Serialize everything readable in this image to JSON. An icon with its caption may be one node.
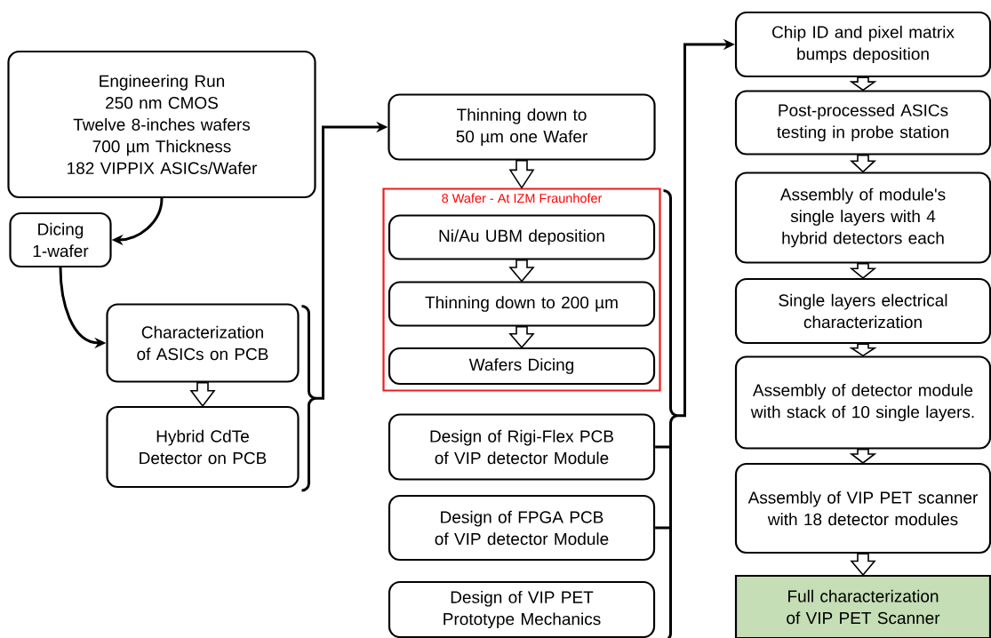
{
  "diagram": {
    "nodes": [
      {
        "text": [
          "Engineering Run",
          "250 nm CMOS",
          "Twelve 8-inches wafers",
          "700 µm Thickness",
          "182 VIPPIX ASICs/Wafer"
        ]
      },
      {
        "text": [
          "Dicing 1-wafer"
        ]
      },
      {
        "text": [
          "Characterization of ASICs on PCB"
        ]
      },
      {
        "text": [
          "Hybrid CdTe Detector on PCB"
        ]
      },
      {
        "text": [
          "Thinning down to 50 µm one Wafer"
        ]
      },
      {
        "text": [
          "8 Wafer - At IZM Fraunhofer"
        ]
      },
      {
        "text": [
          "Ni/Au UBM deposition"
        ],
        "in": 5
      },
      {
        "text": [
          "Thinning down to 200 µm"
        ],
        "in": 5
      },
      {
        "text": [
          "Wafers Dicing"
        ],
        "in": 5
      },
      {
        "text": [
          "Design of Rigi-Flex PCB of VIP detector Module"
        ]
      },
      {
        "text": [
          "Design of FPGA PCB of VIP detector Module"
        ]
      },
      {
        "text": [
          "Design of VIP PET Prototype Mechanics"
        ]
      },
      {
        "text": [
          "Chip ID and pixel matrix bumps deposition"
        ]
      },
      {
        "text": [
          "Post-processed ASICs testing in probe station"
        ]
      },
      {
        "text": [
          "Assembly of module's single layers with 4 hybrid detectors each"
        ]
      },
      {
        "text": [
          "Single layers electrical characterization"
        ]
      },
      {
        "text": [
          "Assembly of detector module with stack of 10 single layers."
        ]
      },
      {
        "text": [
          "Assembly of VIP PET scanner with 18 detector modules"
        ]
      },
      {
        "text": [
          "Full characterization of VIP PET Scanner"
        ]
      }
    ],
    "edges": [
      {
        "from": 0,
        "to": 1,
        "arrow": "to"
      },
      {
        "from": 1,
        "to": 2,
        "arrow": "to"
      },
      {
        "from": 2,
        "to": 3,
        "arrow": "to"
      },
      {
        "from": 2,
        "to": 4,
        "arrow": "to"
      },
      {
        "from": 3,
        "to": 4,
        "arrow": "to"
      },
      {
        "from": 4,
        "to": 5,
        "arrow": "to"
      },
      {
        "from": 6,
        "to": 7,
        "arrow": "to"
      },
      {
        "from": 7,
        "to": 8,
        "arrow": "to"
      },
      {
        "from": 5,
        "to": 12,
        "arrow": "to"
      },
      {
        "from": 9,
        "to": 12,
        "arrow": "to"
      },
      {
        "from": 10,
        "to": 12,
        "arrow": "to"
      },
      {
        "from": 11,
        "to": 12,
        "arrow": "to"
      },
      {
        "from": 12,
        "to": 13,
        "arrow": "to"
      },
      {
        "from": 13,
        "to": 14,
        "arrow": "to"
      },
      {
        "from": 14,
        "to": 15,
        "arrow": "to"
      },
      {
        "from": 15,
        "to": 16,
        "arrow": "to"
      },
      {
        "from": 16,
        "to": 17,
        "arrow": "to"
      },
      {
        "from": 17,
        "to": 18,
        "arrow": "to"
      }
    ]
  }
}
